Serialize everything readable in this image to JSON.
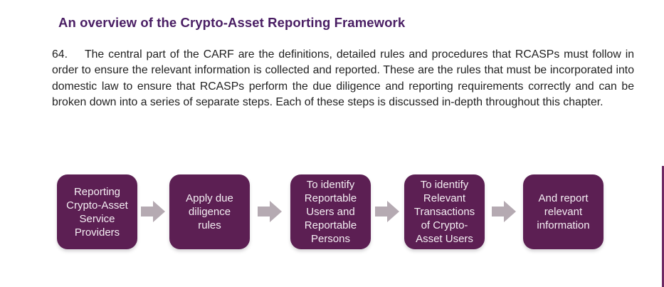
{
  "document": {
    "heading": "An overview of the Crypto-Asset Reporting Framework",
    "paragraph": {
      "number": "64.",
      "text": "The central part of the CARF are the definitions, detailed rules and procedures that RCASPs must follow in order to ensure the relevant information is collected and reported. These are the rules that must be incorporated into domestic law to ensure that RCASPs perform the due diligence and reporting requirements correctly and can be broken down into a series of separate steps. Each of these steps is discussed in-depth throughout this chapter."
    }
  },
  "diagram": {
    "steps": [
      {
        "label": "Reporting\nCrypto-Asset\nService\nProviders"
      },
      {
        "label": "Apply due\ndiligence\nrules"
      },
      {
        "label": "To identify\nReportable\nUsers and\nReportable\nPersons"
      },
      {
        "label": "To identify\nRelevant\nTransactions\nof Crypto-\nAsset Users"
      },
      {
        "label": "And report\nrelevant\ninformation"
      }
    ],
    "arrow_icon": "right-block-arrow"
  },
  "colors": {
    "page-bg": "#ffffff",
    "heading-purple": "#491d63",
    "box-purple": "#5c1f53",
    "box-text": "#f4eef3",
    "arrow-gray": "#b5aab2",
    "body-text": "#1f1f1f",
    "edge-rule-purple": "#6f2a64"
  }
}
